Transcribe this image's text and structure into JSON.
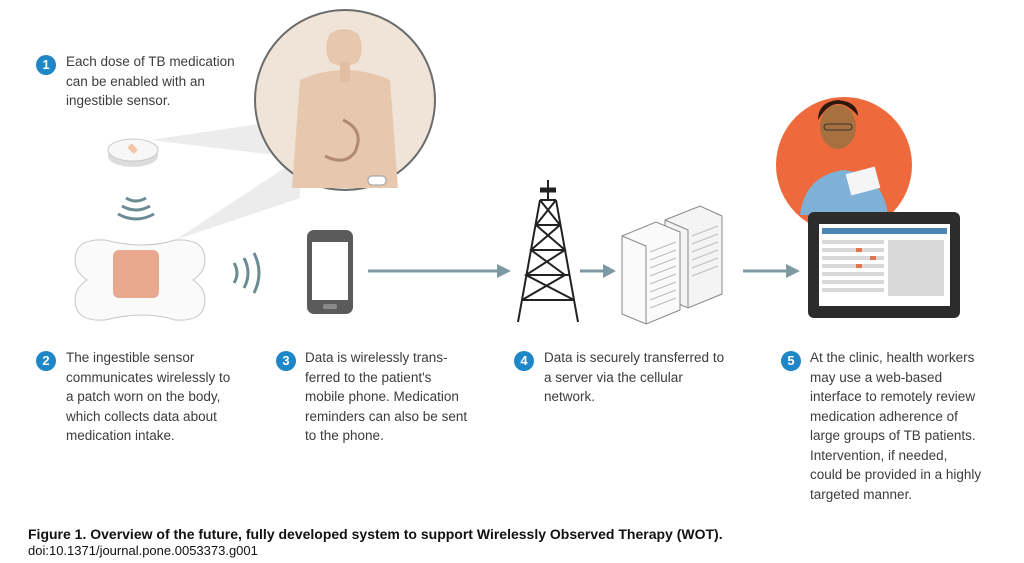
{
  "steps": [
    {
      "number": "1",
      "text": "Each dose of TB medication\ncan be enabled with an\ningestible sensor."
    },
    {
      "number": "2",
      "text": "The ingestible sensor\ncommunicates wirelessly to\na patch worn on the body,\nwhich collects data about\nmedication intake."
    },
    {
      "number": "3",
      "text": "Data is wirelessly trans-\nferred to the patient's\nmobile phone. Medication\nreminders can also be sent\nto the phone."
    },
    {
      "number": "4",
      "text": "Data is securely transferred to\na server via the cellular\nnetwork."
    },
    {
      "number": "5",
      "text": "At the clinic, health workers\nmay use a web-based\ninterface to remotely review\nmedication adherence of\nlarge groups of TB patients.\nIntervention, if needed,\ncould be provided in a highly\ntargeted manner."
    }
  ],
  "caption": "Figure 1. Overview of the future, fully developed system to support Wirelessly Observed Therapy (WOT).",
  "doi": "doi:10.1371/journal.pone.0053373.g001",
  "colors": {
    "accent_blue": "#1f86c8",
    "arrow_gray": "#7d9aa3",
    "patch_pink": "#e8a98e",
    "circle_beige": "#eee3d6",
    "clinic_orange": "#ee6a3c"
  },
  "icons": [
    "ingestible-sensor-pill-icon",
    "body-patch-icon",
    "patient-body-icon",
    "mobile-phone-icon",
    "cell-tower-icon",
    "server-icon",
    "health-worker-icon",
    "tablet-icon"
  ]
}
